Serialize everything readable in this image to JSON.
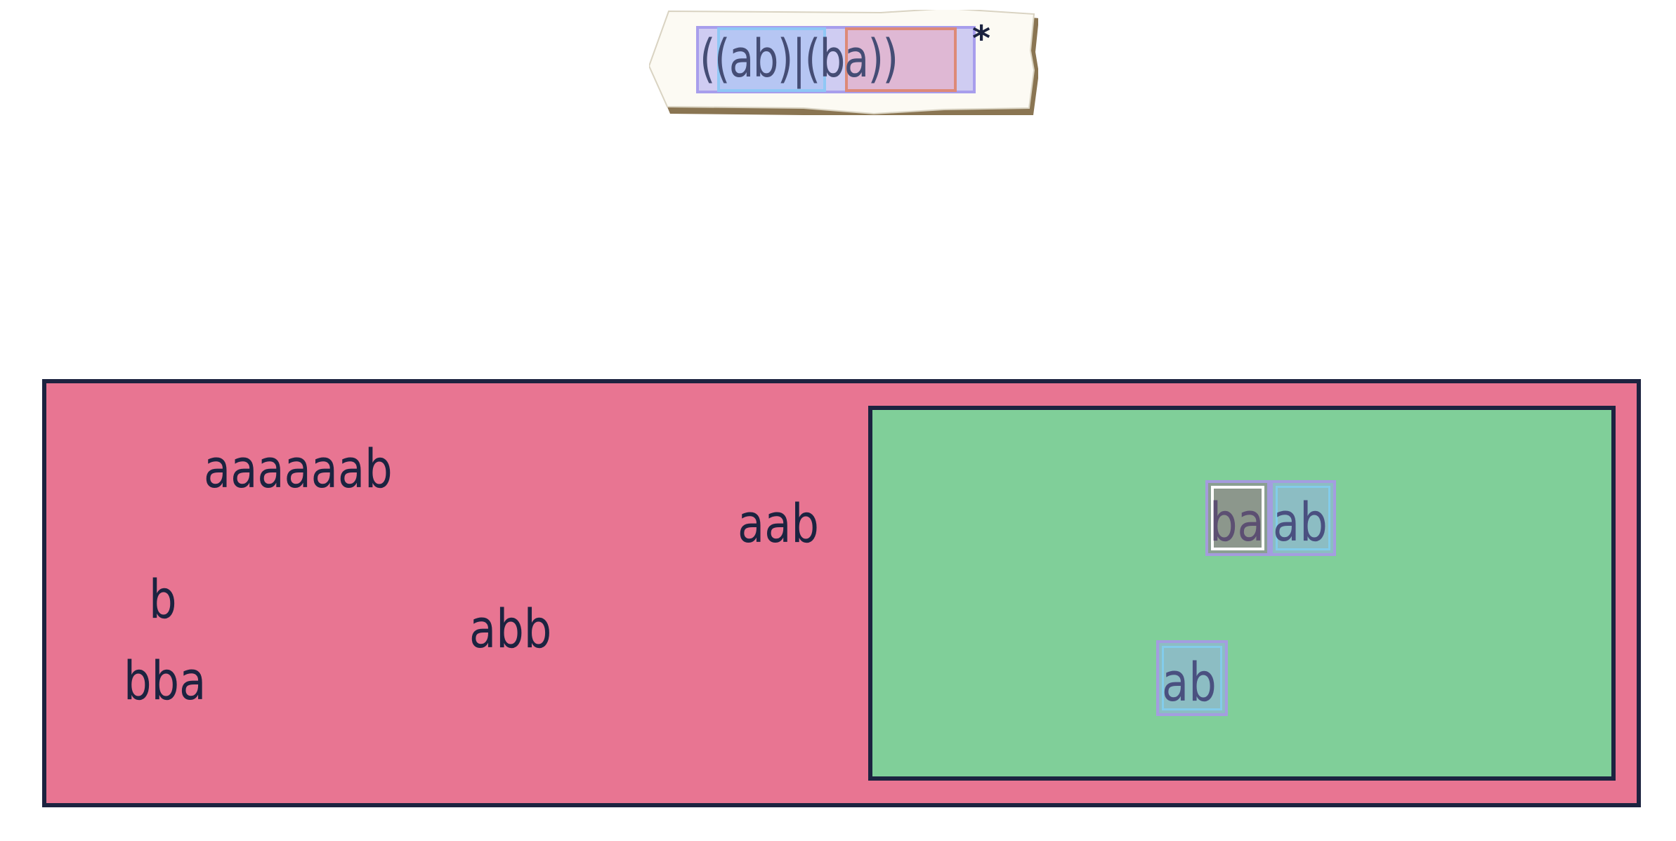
{
  "regex": {
    "pattern": "((ab)|(ba))",
    "star": "*"
  },
  "reject_words": [
    {
      "text": "aaaaaab"
    },
    {
      "text": "aab"
    },
    {
      "text": "b"
    },
    {
      "text": "abb"
    },
    {
      "text": "bba"
    }
  ],
  "accept_words": [
    {
      "text": "baab",
      "parts": [
        "ba",
        "ab"
      ]
    },
    {
      "text": "ab",
      "parts": [
        "ab"
      ]
    }
  ],
  "colors": {
    "reject_area": "#e87592",
    "accept_area": "#80cf99",
    "outline": "#1c2340"
  }
}
